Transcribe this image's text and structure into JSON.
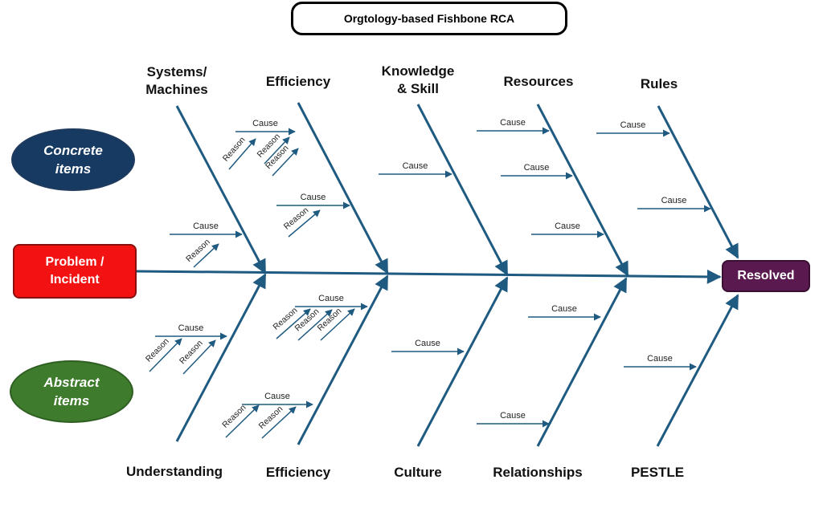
{
  "title": "Orgtology-based Fishbone RCA",
  "problem": "Problem /\nIncident",
  "outcome": "Resolved",
  "concrete_label": "Concrete\nitems",
  "abstract_label": "Abstract\nitems",
  "top_categories": [
    "Systems/\nMachines",
    "Efficiency",
    "Knowledge\n& Skill",
    "Resources",
    "Rules"
  ],
  "bottom_categories": [
    "Understanding",
    "Efficiency",
    "Culture",
    "Relationships",
    "PESTLE"
  ],
  "cause_label": "Cause",
  "reason_label": "Reason",
  "colors": {
    "bone": "#1f5a80",
    "concrete": "#173a63",
    "abstract": "#3e7b2c",
    "problem": "#f21212",
    "resolved": "#5b1a4f"
  }
}
